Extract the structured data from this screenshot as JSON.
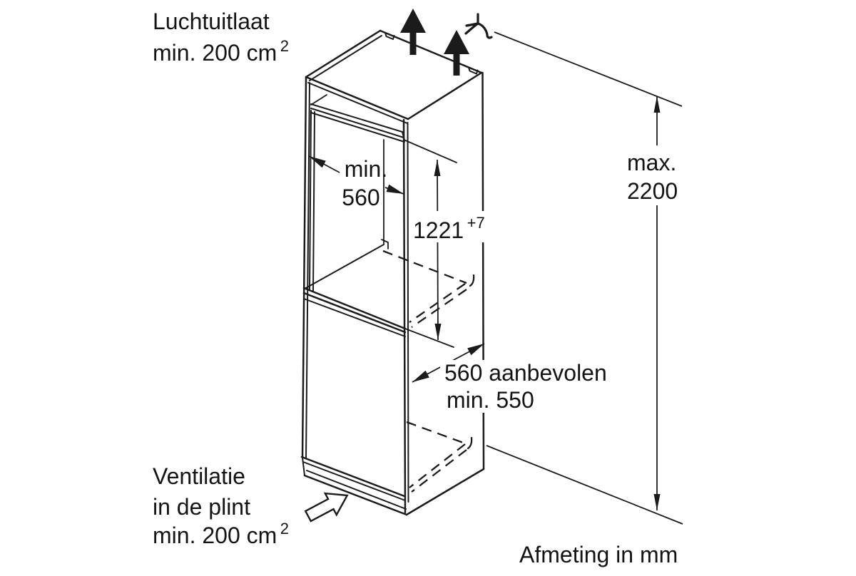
{
  "canvas": {
    "background": "#ffffff",
    "line_color": "#1b1b1b",
    "text_color": "#141414"
  },
  "labels": {
    "air_outlet": {
      "line1": "Luchtuitlaat",
      "line2": "min. 200 cm",
      "sup": "2"
    },
    "plinth_vent": {
      "line1": "Ventilatie",
      "line2": "in de plint",
      "line3": "min. 200 cm",
      "sup": "2"
    },
    "niche_width": {
      "line1": "min.",
      "line2": "560"
    },
    "niche_height": {
      "value": "1221",
      "tolerance": "+7"
    },
    "overall_height": {
      "line1": "max.",
      "line2": "2200"
    },
    "depth": {
      "line1": "560 aanbevolen",
      "line2": "min. 550"
    },
    "footer": "Afmeting in mm"
  },
  "icons": {
    "airflow_up_arrow": "filled up arrow ▲",
    "ceiling_break_mark": "break / open-top mark",
    "vent_inflow_arrow": "hollow block arrow ⇗"
  }
}
